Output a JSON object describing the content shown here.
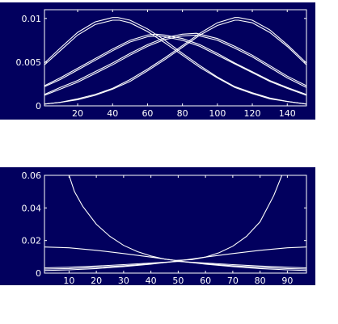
{
  "colors": {
    "figure_background": "#02005e",
    "page_background": "#ffffff",
    "axes_color": "#ffffff",
    "line_color": "#ffffff"
  },
  "chart_data": [
    {
      "type": "line",
      "title": "",
      "xlabel": "",
      "ylabel": "",
      "xlim": [
        1,
        151
      ],
      "ylim": [
        0,
        0.011
      ],
      "xticks": [
        "20",
        "40",
        "60",
        "80",
        "100",
        "120",
        "140"
      ],
      "xtick_values": [
        20,
        40,
        60,
        80,
        100,
        120,
        140
      ],
      "yticks": [
        "0",
        "0.005",
        "0.01"
      ],
      "ytick_values": [
        0,
        0.005,
        0.01
      ],
      "grid": false,
      "legend": "none",
      "series": [
        {
          "x": [
            1,
            10,
            20,
            30,
            40,
            43,
            50,
            60,
            70,
            80,
            90,
            100,
            110,
            120,
            130,
            140,
            151
          ],
          "y": [
            0.0049,
            0.0066,
            0.0084,
            0.0096,
            0.0101,
            0.0101,
            0.0098,
            0.0088,
            0.0075,
            0.006,
            0.0046,
            0.0033,
            0.0022,
            0.0015,
            0.0009,
            0.0005,
            0.0002
          ]
        },
        {
          "x": [
            1,
            10,
            20,
            30,
            40,
            44,
            50,
            60,
            70,
            80,
            90,
            100,
            110,
            120,
            130,
            140,
            151
          ],
          "y": [
            0.0047,
            0.0063,
            0.0081,
            0.0093,
            0.0098,
            0.0098,
            0.0095,
            0.0085,
            0.0072,
            0.0058,
            0.0044,
            0.0032,
            0.0021,
            0.0014,
            0.0008,
            0.0005,
            0.0002
          ]
        },
        {
          "x": [
            1,
            10,
            20,
            30,
            40,
            50,
            60,
            65,
            70,
            80,
            90,
            100,
            110,
            120,
            130,
            140,
            151
          ],
          "y": [
            0.0023,
            0.0032,
            0.0043,
            0.0054,
            0.0065,
            0.0075,
            0.0081,
            0.0082,
            0.0081,
            0.0077,
            0.007,
            0.006,
            0.0049,
            0.0039,
            0.0029,
            0.0021,
            0.0013
          ]
        },
        {
          "x": [
            1,
            10,
            20,
            30,
            40,
            50,
            60,
            66,
            70,
            80,
            90,
            100,
            110,
            120,
            130,
            140,
            151
          ],
          "y": [
            0.0022,
            0.003,
            0.0041,
            0.0052,
            0.0063,
            0.0073,
            0.0079,
            0.008,
            0.0079,
            0.0075,
            0.0068,
            0.0058,
            0.0048,
            0.0038,
            0.0028,
            0.002,
            0.0012
          ]
        },
        {
          "x": [
            1,
            10,
            20,
            30,
            40,
            50,
            60,
            70,
            80,
            88,
            90,
            100,
            110,
            120,
            130,
            140,
            151
          ],
          "y": [
            0.0013,
            0.0021,
            0.0029,
            0.0039,
            0.0049,
            0.006,
            0.007,
            0.0078,
            0.0082,
            0.0083,
            0.0082,
            0.0077,
            0.0068,
            0.0058,
            0.0046,
            0.0034,
            0.0023
          ]
        },
        {
          "x": [
            1,
            10,
            20,
            30,
            40,
            50,
            60,
            70,
            80,
            88,
            90,
            100,
            110,
            120,
            130,
            140,
            151
          ],
          "y": [
            0.0012,
            0.0019,
            0.0027,
            0.0037,
            0.0047,
            0.0058,
            0.0068,
            0.0076,
            0.008,
            0.0081,
            0.008,
            0.0075,
            0.0066,
            0.0056,
            0.0044,
            0.0032,
            0.0021
          ]
        },
        {
          "x": [
            1,
            10,
            20,
            30,
            40,
            50,
            60,
            70,
            80,
            90,
            100,
            110,
            112,
            120,
            130,
            140,
            151
          ],
          "y": [
            0.0002,
            0.0004,
            0.0008,
            0.0013,
            0.002,
            0.003,
            0.0042,
            0.0055,
            0.0069,
            0.0083,
            0.0095,
            0.0101,
            0.0101,
            0.0098,
            0.0087,
            0.007,
            0.0049
          ]
        },
        {
          "x": [
            1,
            10,
            20,
            30,
            40,
            50,
            60,
            70,
            80,
            90,
            100,
            110,
            112,
            120,
            130,
            140,
            151
          ],
          "y": [
            0.0002,
            0.0004,
            0.0007,
            0.0012,
            0.0019,
            0.0028,
            0.004,
            0.0053,
            0.0067,
            0.0081,
            0.0092,
            0.0098,
            0.0098,
            0.0095,
            0.0084,
            0.0068,
            0.0047
          ]
        }
      ]
    },
    {
      "type": "line",
      "title": "",
      "xlabel": "",
      "ylabel": "",
      "xlim": [
        1,
        97
      ],
      "ylim": [
        0,
        0.06
      ],
      "xticks": [
        "10",
        "20",
        "30",
        "40",
        "50",
        "60",
        "70",
        "80",
        "90"
      ],
      "xtick_values": [
        10,
        20,
        30,
        40,
        50,
        60,
        70,
        80,
        90
      ],
      "yticks": [
        "0",
        "0.02",
        "0.04",
        "0.06"
      ],
      "ytick_values": [
        0,
        0.02,
        0.04,
        0.06
      ],
      "grid": false,
      "legend": "none",
      "series": [
        {
          "x": [
            10,
            12,
            15,
            20,
            25,
            30,
            35,
            40,
            45,
            49,
            55,
            60,
            65,
            70,
            75,
            80,
            85,
            88
          ],
          "y": [
            0.06,
            0.05,
            0.041,
            0.03,
            0.0225,
            0.017,
            0.0132,
            0.0105,
            0.0086,
            0.0078,
            0.0083,
            0.0098,
            0.0125,
            0.0165,
            0.0225,
            0.0315,
            0.0475,
            0.06
          ]
        },
        {
          "x": [
            1,
            10,
            20,
            30,
            40,
            50,
            60,
            70,
            80,
            90,
            97
          ],
          "y": [
            0.06,
            0.06,
            0.06,
            0.06,
            0.06,
            0.06,
            0.06,
            0.06,
            0.06,
            0.06,
            0.06
          ]
        },
        {
          "x": [
            1,
            10,
            20,
            30,
            40,
            50,
            60,
            70,
            80,
            90,
            97
          ],
          "y": [
            0.016,
            0.0155,
            0.014,
            0.012,
            0.0098,
            0.0075,
            0.0055,
            0.004,
            0.0028,
            0.002,
            0.0016
          ]
        },
        {
          "x": [
            1,
            10,
            20,
            30,
            40,
            50,
            60,
            70,
            80,
            90,
            97
          ],
          "y": [
            0.0016,
            0.002,
            0.0028,
            0.004,
            0.0055,
            0.0075,
            0.0098,
            0.012,
            0.014,
            0.0155,
            0.016
          ]
        },
        {
          "x": [
            1,
            10,
            20,
            30,
            40,
            50,
            60,
            70,
            80,
            90,
            97
          ],
          "y": [
            0.0025,
            0.0028,
            0.0035,
            0.0045,
            0.0058,
            0.0072,
            0.0062,
            0.0052,
            0.0043,
            0.0036,
            0.0032
          ]
        },
        {
          "x": [
            1,
            10,
            20,
            30,
            40,
            50,
            60,
            70,
            80,
            90,
            97
          ],
          "y": [
            0.0032,
            0.0036,
            0.0043,
            0.0052,
            0.0062,
            0.0072,
            0.0058,
            0.0045,
            0.0035,
            0.0028,
            0.0025
          ]
        }
      ]
    }
  ]
}
